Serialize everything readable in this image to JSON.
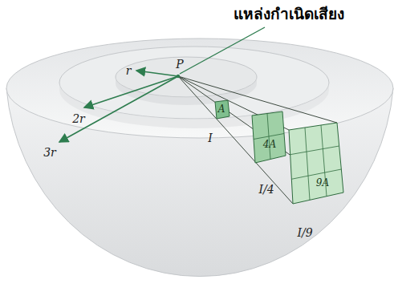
{
  "diagram": {
    "labels": [
      "แหล่งกำเนิดเสียง",
      "P",
      "r",
      "2r",
      "3r",
      "A",
      "4A",
      "9A",
      "I",
      "I/4",
      "I/9"
    ]
  }
}
